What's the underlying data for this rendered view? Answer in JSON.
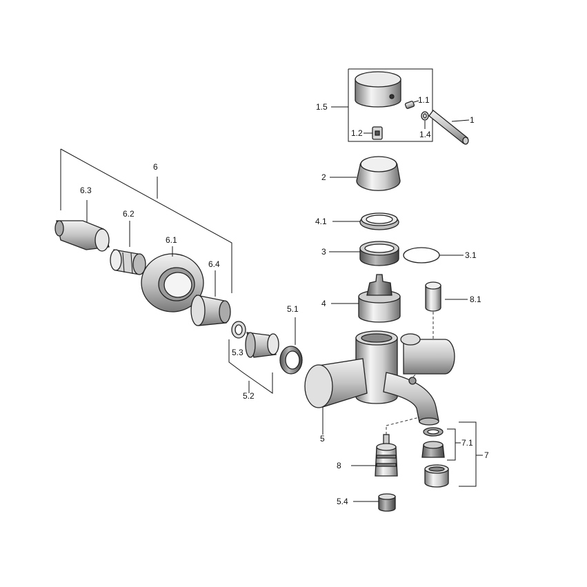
{
  "labels": {
    "l1": "1",
    "l1_1": "1.1",
    "l1_2": "1.2",
    "l1_4": "1.4",
    "l1_5": "1.5",
    "l2": "2",
    "l3": "3",
    "l3_1": "3.1",
    "l4": "4",
    "l4_1": "4.1",
    "l5": "5",
    "l5_1": "5.1",
    "l5_2": "5.2",
    "l5_3": "5.3",
    "l5_4": "5.4",
    "l6": "6",
    "l6_1": "6.1",
    "l6_2": "6.2",
    "l6_3": "6.3",
    "l6_4": "6.4",
    "l7": "7",
    "l7_1": "7.1",
    "l8": "8",
    "l8_1": "8.1"
  }
}
